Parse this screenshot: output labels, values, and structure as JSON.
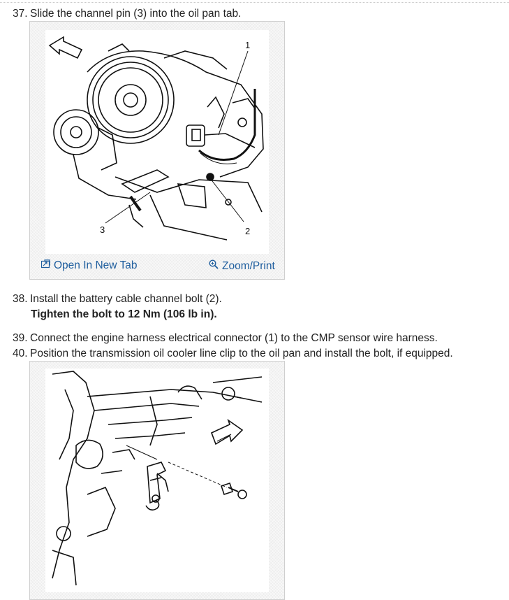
{
  "steps": [
    {
      "number": "37.",
      "text": "Slide the channel pin (3) into the oil pan tab."
    },
    {
      "number": "38.",
      "text": "Install the battery cable channel bolt (2).",
      "sub": "Tighten the bolt to 12 Nm (106 lb in)."
    },
    {
      "number": "39.",
      "text": "Connect the engine harness electrical connector (1) to the CMP sensor wire harness."
    },
    {
      "number": "40.",
      "text": "Position the transmission oil cooler line clip to the oil pan and install the bolt, if equipped."
    }
  ],
  "figure1": {
    "callouts": [
      "1",
      "2",
      "3"
    ],
    "open_tab_label": "Open In New Tab",
    "zoom_label": "Zoom/Print",
    "open_tab_icon": "open-new-tab-icon",
    "zoom_icon": "magnifier-zoom-icon"
  },
  "colors": {
    "link": "#1f5e9e",
    "figure_bg": "#ededed"
  }
}
